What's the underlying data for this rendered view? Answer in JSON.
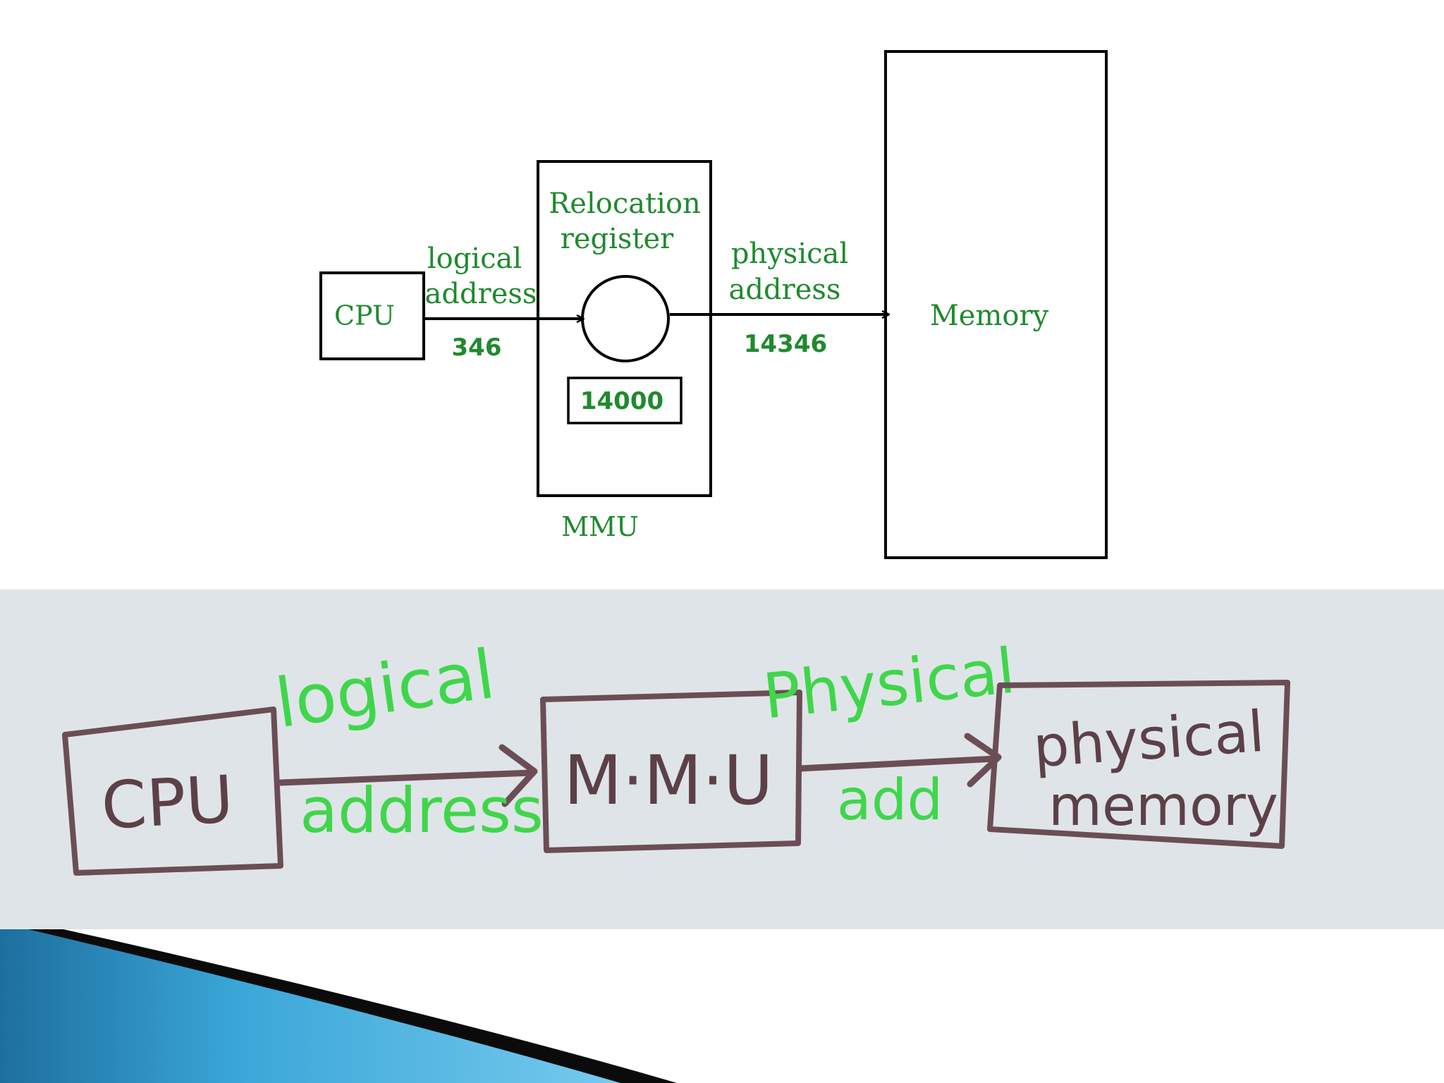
{
  "colors": {
    "label_green": "#1f8a2e",
    "hand_green": "#3fd64b",
    "hand_stroke": "#6b4e55",
    "whiteboard": "#dfe4e8",
    "deco_blue": "#2e9ad0",
    "deco_dark": "#0b0b0b"
  },
  "top_diagram": {
    "cpu_label": "CPU",
    "logical_label": [
      "logical",
      "address"
    ],
    "logical_value": "346",
    "relocation_label": [
      "Relocation",
      "register"
    ],
    "relocation_value": "14000",
    "mmu_label": "MMU",
    "physical_label": [
      "physical",
      "address"
    ],
    "physical_value": "14346",
    "memory_label": "Memory"
  },
  "handwritten_diagram": {
    "cpu_label": "CPU",
    "logical_label": [
      "logical",
      "address"
    ],
    "mmu_label": "M·M·U",
    "physical_label": [
      "Physical",
      "add"
    ],
    "memory_label": [
      "physical",
      "memory"
    ]
  }
}
